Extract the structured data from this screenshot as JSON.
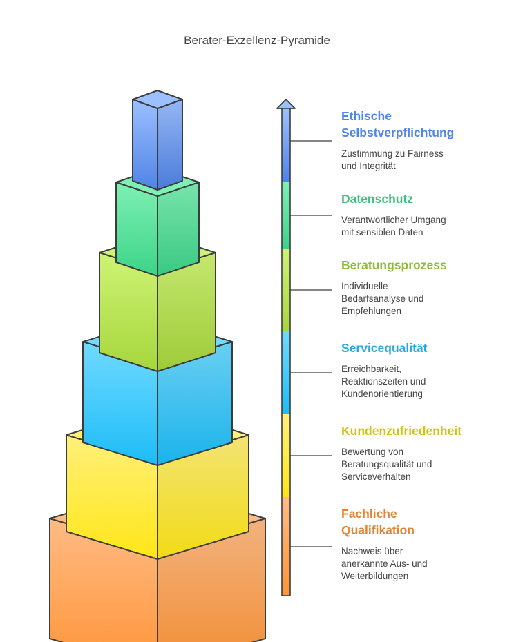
{
  "title": "Berater-Exzellenz-Pyramide",
  "levels": [
    {
      "title": "Ethische Selbstverpflichtung",
      "title_lines": [
        "Ethische",
        "Selbstverpflichtung"
      ],
      "desc_lines": [
        "Zustimmung zu Fairness",
        "und Integrität"
      ],
      "color": "#4f86e8",
      "block_top": "#9cc0ff",
      "block_bottom": "#4f83e6"
    },
    {
      "title": "Datenschutz",
      "title_lines": [
        "Datenschutz"
      ],
      "desc_lines": [
        "Verantwortlicher Umgang",
        "mit sensiblen Daten"
      ],
      "color": "#3fbf7f",
      "block_top": "#7ef0b4",
      "block_bottom": "#3cd488"
    },
    {
      "title": "Beratungsprozess",
      "title_lines": [
        "Beratungsprozess"
      ],
      "desc_lines": [
        "Individuelle",
        "Bedarfsanalyse und",
        "Empfehlungen"
      ],
      "color": "#8cbd35",
      "block_top": "#cff375",
      "block_bottom": "#a6d63c"
    },
    {
      "title": "Servicequalität",
      "title_lines": [
        "Servicequalität"
      ],
      "desc_lines": [
        "Erreichbarkeit,",
        "Reaktionszeiten und",
        "Kundenorientierung"
      ],
      "color": "#26a9dd",
      "block_top": "#70daff",
      "block_bottom": "#1cbcf7"
    },
    {
      "title": "Kundenzufriedenheit",
      "title_lines": [
        "Kundenzufriedenheit"
      ],
      "desc_lines": [
        "Bewertung von",
        "Beratungsqualität und",
        "Serviceverhalten"
      ],
      "color": "#d2c218",
      "block_top": "#fff07a",
      "block_bottom": "#ffe617"
    },
    {
      "title": "Fachliche Qualifikation",
      "title_lines": [
        "Fachliche",
        "Qualifikation"
      ],
      "desc_lines": [
        "Nachweis über",
        "anerkannte Aus- und",
        "Weiterbildungen"
      ],
      "color": "#e5832e",
      "block_top": "#ffbb85",
      "block_bottom": "#ff9436"
    }
  ]
}
